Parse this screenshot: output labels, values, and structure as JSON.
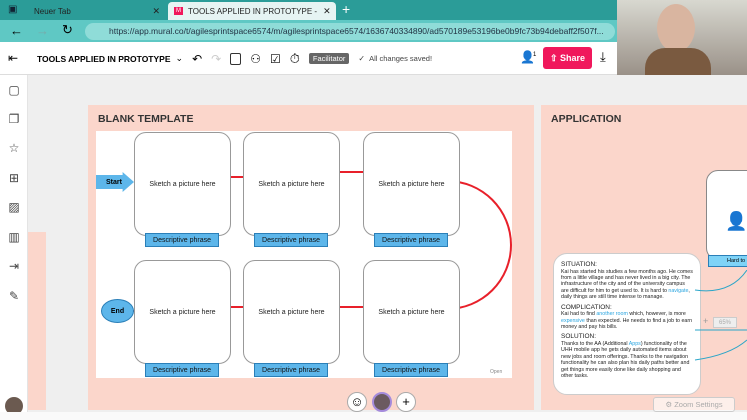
{
  "browser": {
    "tabs": [
      {
        "label": "Neuer Tab"
      },
      {
        "label": "TOOLS APPLIED IN PROTOTYPE -"
      }
    ],
    "url": "https://app.mural.co/t/agilesprintspace6574/m/agilesprintspace6574/1636740334890/ad570189e53196be0b9fc73b94debaff2f507f..."
  },
  "toolbar": {
    "mural_title": "TOOLS APPLIED IN PROTOTYPE",
    "facilitator": "Facilitator",
    "save_status": "All changes saved!",
    "share": "Share",
    "collaborators": "1"
  },
  "colors": {
    "accent": "#f0185c",
    "teal": "#2b9c98",
    "area": "#fbd6cb",
    "phrase": "#5db6ea",
    "connector": "#e8202a"
  },
  "blank_template": {
    "title": "BLANK TEMPLATE",
    "start": "Start",
    "end": "End",
    "cards": [
      "Sketch a picture here",
      "Sketch a picture here",
      "Sketch a picture here",
      "Sketch a picture here",
      "Sketch a picture here",
      "Sketch a picture here"
    ],
    "phrases": [
      "Descriptive phrase",
      "Descriptive phrase",
      "Descriptive phrase",
      "Descriptive phrase",
      "Descriptive phrase",
      "Descriptive phrase"
    ],
    "open_label": "Open"
  },
  "application": {
    "title": "APPLICATION",
    "tag": "Hard to",
    "situation_title": "SITUATION:",
    "situation": "Kai has started his studies a few months ago. He comes from a little village and has never lived in a big city. The infrastructure of the city and of the university campus are difficult for him to get used to. It is hard to",
    "situation_hl": "navigate",
    "situation_end": ", daily things are still time intense to manage.",
    "complication_title": "COMPLICATION:",
    "complication_a": "Kai had to find",
    "complication_hl1": "another room",
    "complication_b": "which, however, is more",
    "complication_hl2": "expensive",
    "complication_c": "than expected. He needs to find a job to earn money and pay his bills.",
    "solution_title": "SOLUTION:",
    "solution_a": "Thanks to the AA (Additional",
    "solution_hl": "Apps",
    "solution_b": ") functionality of the UHH mobile app he gets daily automated items about new jobs and room offerings. Thanks to the navigation functionality he can also plan his daily paths better and get things more easily done like daily shopping and other tasks."
  },
  "zoom": {
    "level": "65%",
    "settings": "Zoom Settings"
  }
}
